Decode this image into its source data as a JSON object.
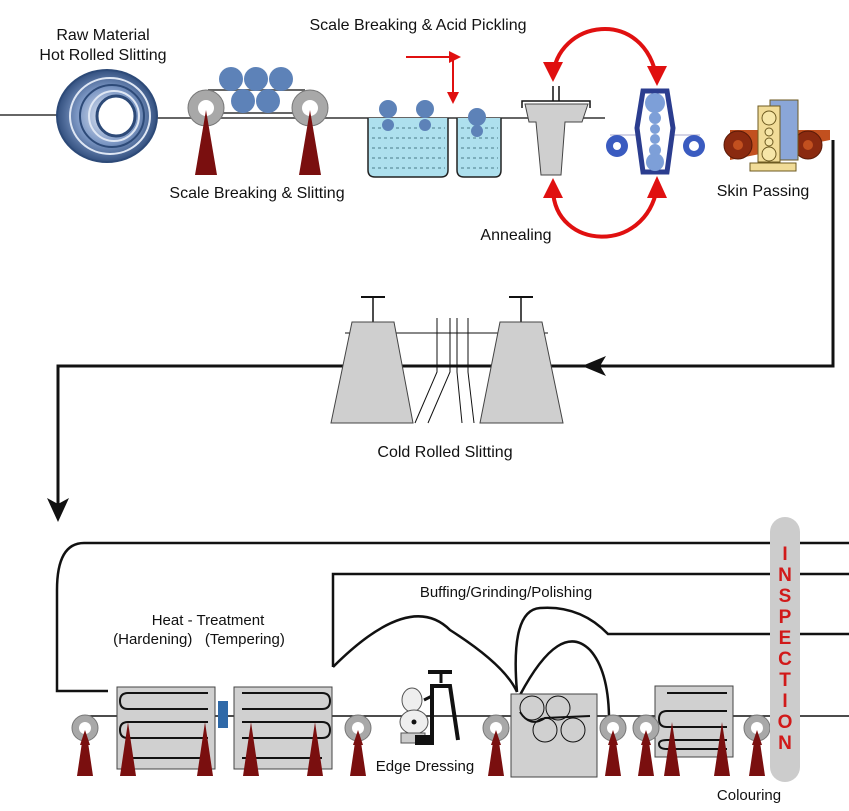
{
  "labels": {
    "raw_material_line1": "Raw Material",
    "raw_material_line2": "Hot Rolled Slitting",
    "acid_pickling": "Scale Breaking & Acid Pickling",
    "scale_breaking_slitting": "Scale Breaking & Slitting",
    "annealing": "Annealing",
    "skin_passing": "Skin Passing",
    "cold_rolled_slitting": "Cold Rolled Slitting",
    "heat_treatment": "Heat - Treatment",
    "hardening_tempering": "(Hardening)   (Tempering)",
    "buffing": "Buffing/Grinding/Polishing",
    "edge_dressing": "Edge Dressing",
    "colouring": "Colouring",
    "inspection": [
      "I",
      "N",
      "S",
      "P",
      "E",
      "C",
      "T",
      "I",
      "O",
      "N"
    ]
  },
  "colors": {
    "line": "#111111",
    "arrow_red": "#e01010",
    "support_maroon": "#7a0f0f",
    "roller_gray": "#a8a8a8",
    "ball_blue": "#5d82b8",
    "tank_blue": "#aee0ee",
    "machine_gray": "#d0d0d0",
    "stand_blue": "#2b3d8f",
    "inspection_red": "#d11a1a"
  }
}
